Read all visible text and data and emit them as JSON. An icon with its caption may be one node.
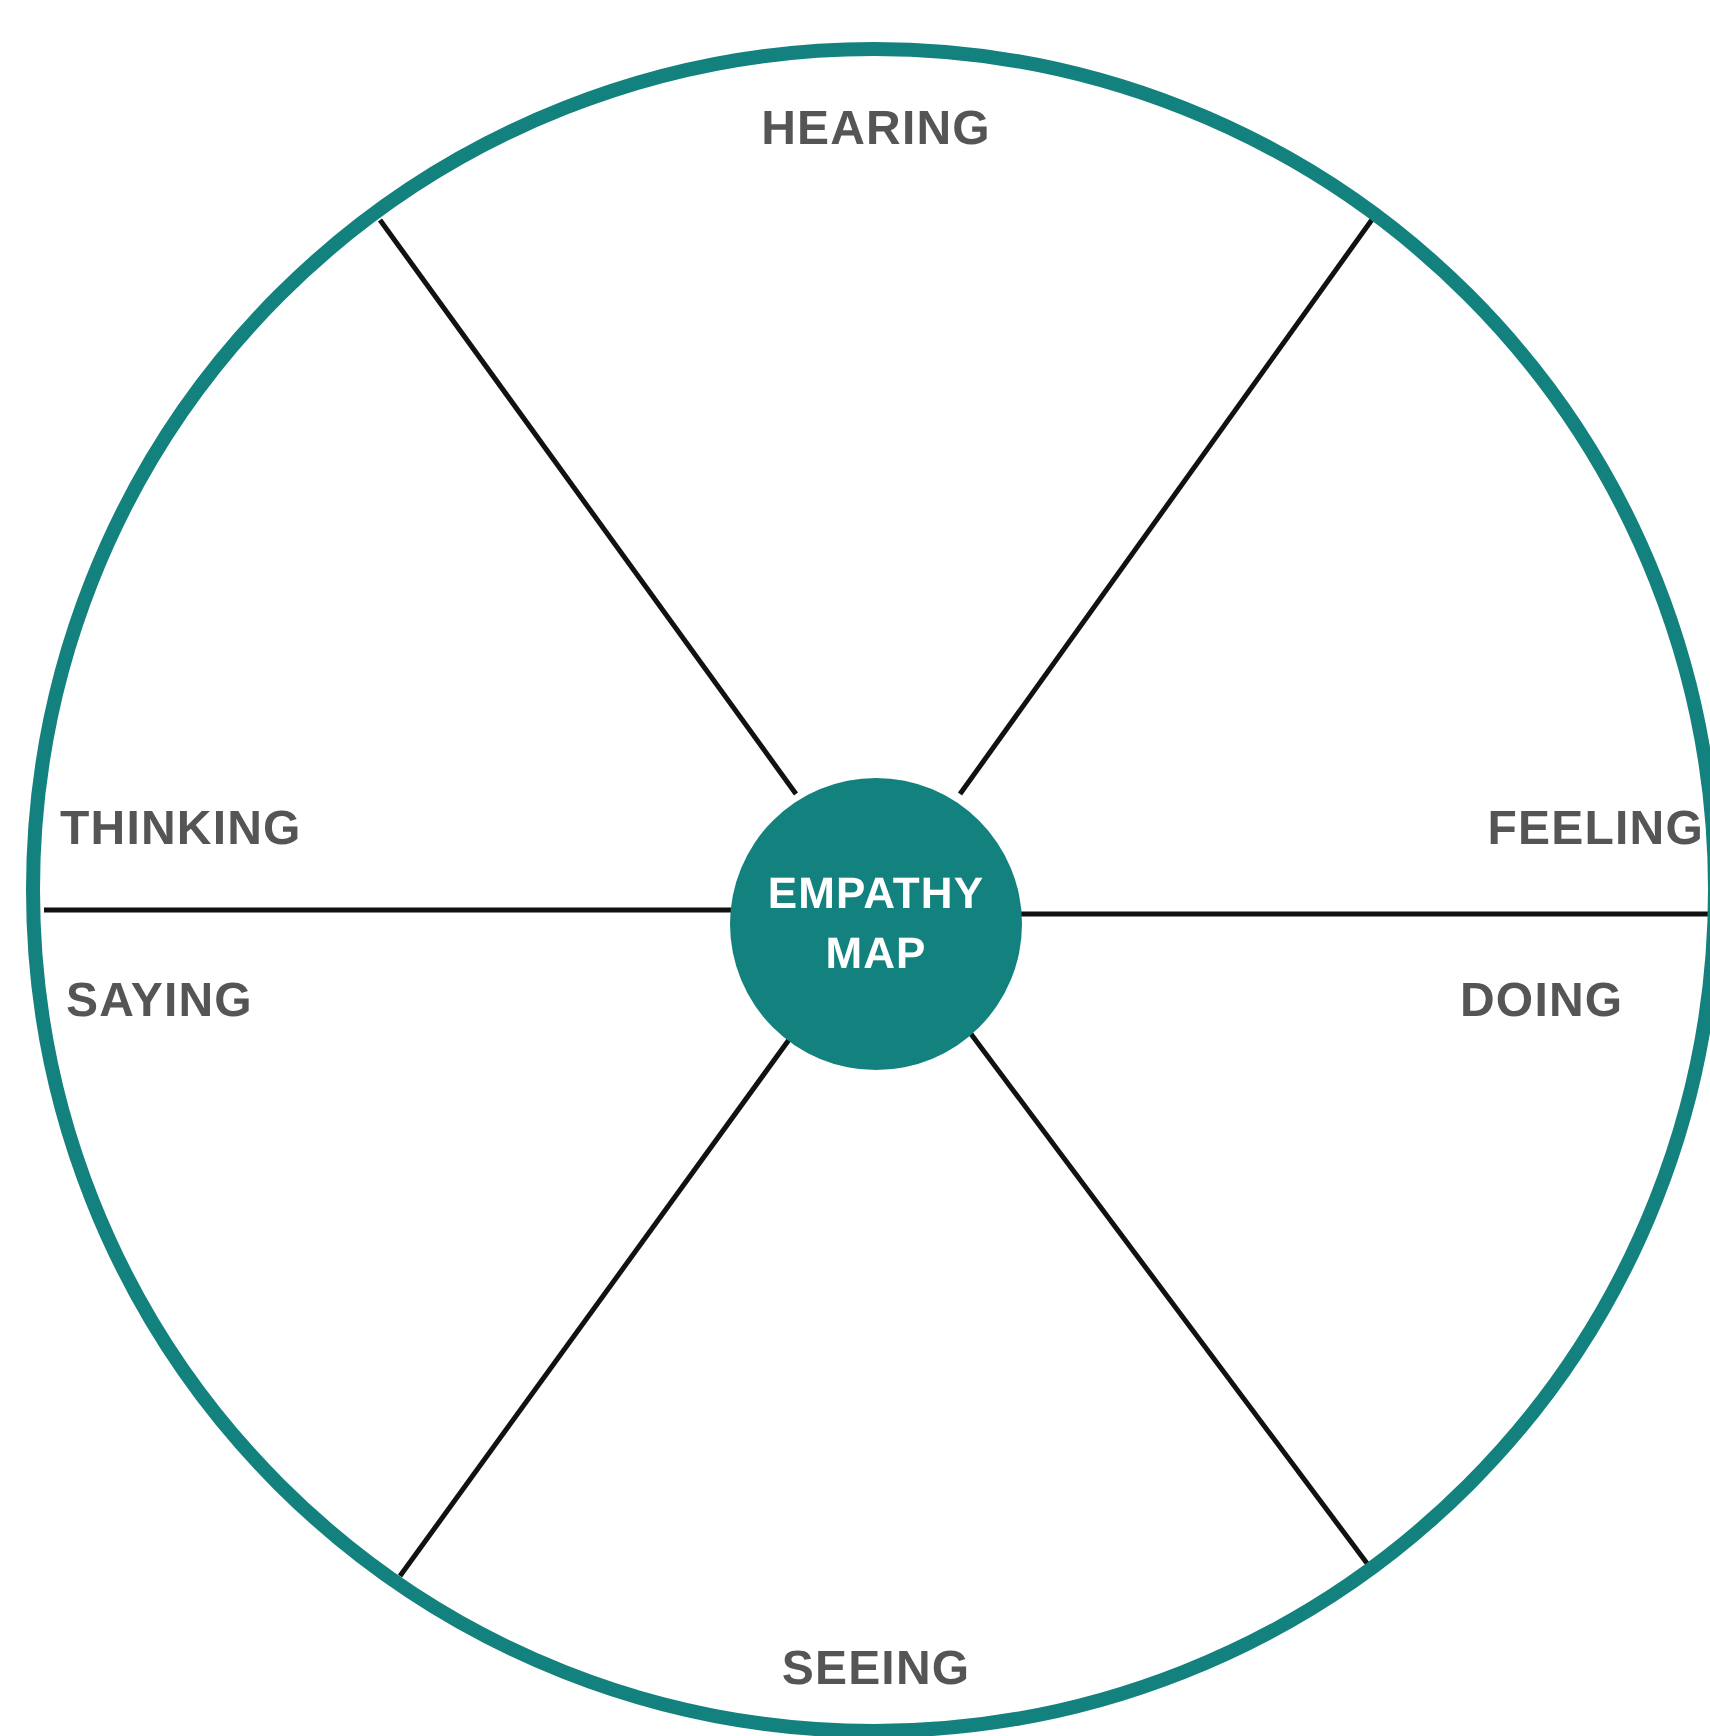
{
  "diagram": {
    "nodes": [
      {
        "text": [],
        "shape": "circle"
      },
      {
        "text": [
          "EMPATHY MAP"
        ],
        "in": 0
      }
    ],
    "labels": [
      "HEARING",
      "THINKING",
      "FEELING",
      "SAYING",
      "DOING",
      "SEEING"
    ]
  }
}
